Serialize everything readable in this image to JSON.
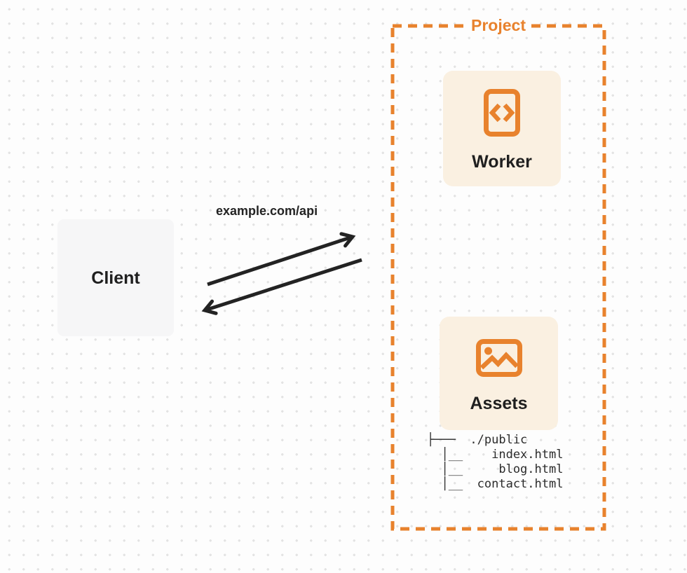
{
  "page": {
    "background": "#FDFDFD",
    "grid_dot_color": "#E3E3E3"
  },
  "colors": {
    "accent_orange": "#E8822D",
    "card_cream": "#FAF0E1",
    "client_gray": "#F6F6F7",
    "arrow_dark": "#232323",
    "text_dark": "#1F1F1F"
  },
  "project": {
    "label": "Project"
  },
  "nodes": {
    "client": {
      "label": "Client"
    },
    "worker": {
      "label": "Worker",
      "icon": "code-file-icon"
    },
    "assets": {
      "label": "Assets",
      "icon": "image-icon"
    }
  },
  "connection": {
    "request_label": "example.com/api"
  },
  "file_tree": {
    "root": "./public",
    "files": [
      "index.html",
      "blog.html",
      "contact.html"
    ],
    "lines": [
      "├───  ./public",
      "  │__    index.html",
      "  │__     blog.html",
      "  │__  contact.html"
    ]
  }
}
